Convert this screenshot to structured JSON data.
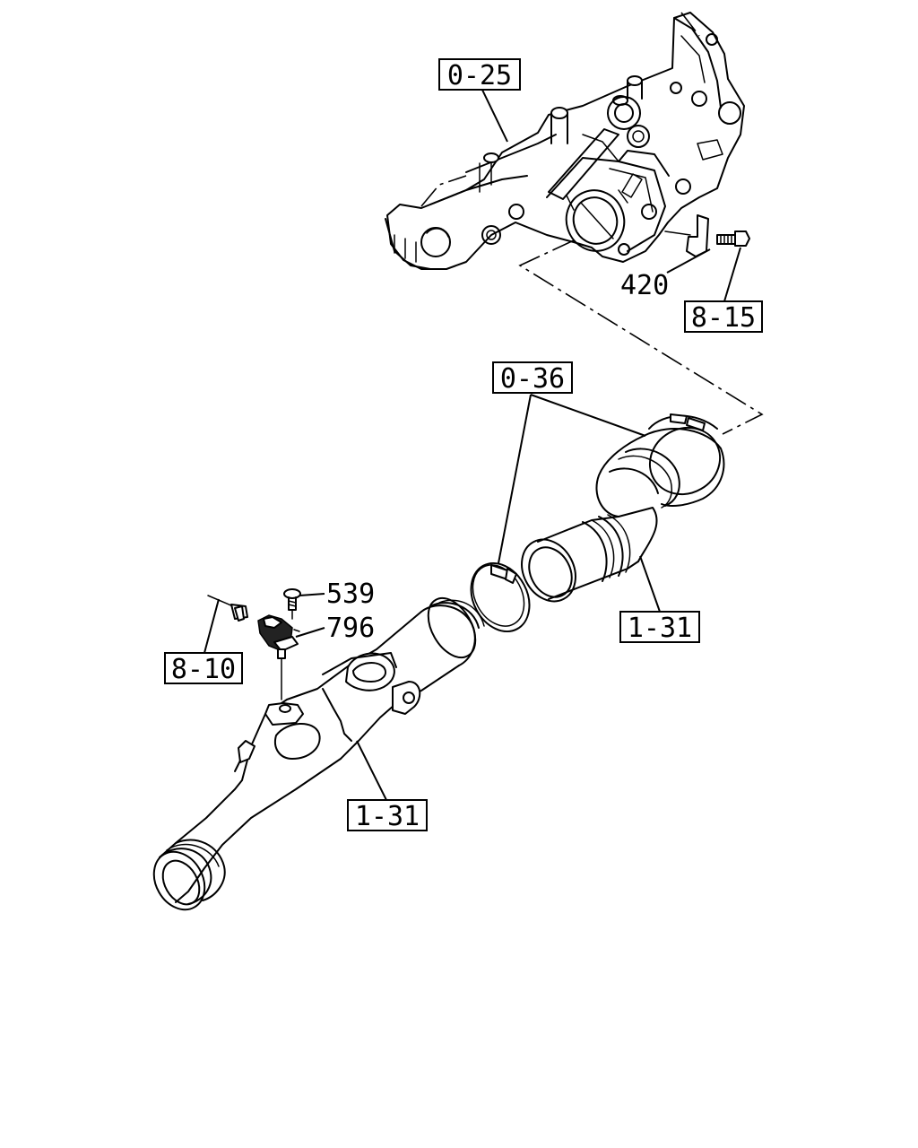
{
  "callouts": {
    "manifold_ref": "0-25",
    "clamp_ref": "0-36",
    "bolt_ref": "8-15",
    "harness_ref": "8-10",
    "hose_ref": "1-31",
    "pipe_ref": "1-31"
  },
  "part_numbers": {
    "bracket": "420",
    "screw": "539",
    "sensor": "796"
  }
}
